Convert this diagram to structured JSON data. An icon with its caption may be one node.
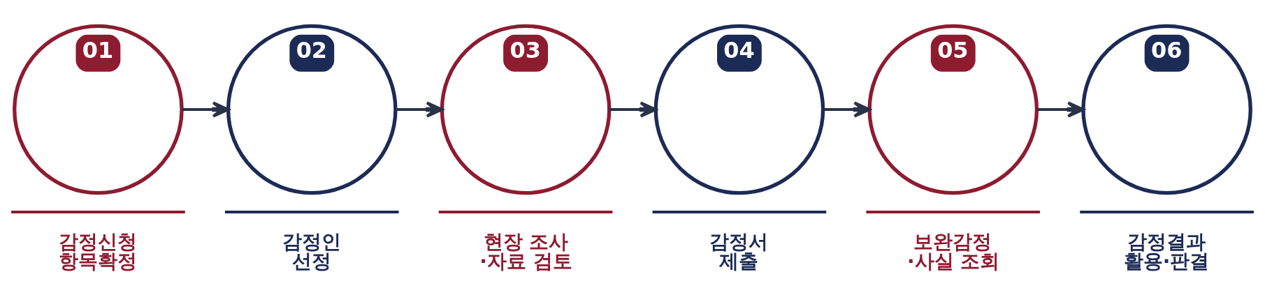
{
  "diagram": {
    "nodes": [
      {
        "text": [
          "01"
        ],
        "beside": [
          "감정신청 항목확정"
        ]
      },
      {
        "text": [
          "02"
        ],
        "beside": [
          "감정인 선정"
        ]
      },
      {
        "text": [
          "03"
        ],
        "beside": [
          "현장 조사 ·자료 검토"
        ]
      },
      {
        "text": [
          "04"
        ],
        "beside": [
          "감정서 제출"
        ]
      },
      {
        "text": [
          "05"
        ],
        "beside": [
          "보완감정 ·사실 조회"
        ]
      },
      {
        "text": [
          "06"
        ],
        "beside": [
          "감정결과 활용·판결"
        ]
      }
    ],
    "edges": [
      {
        "from": 0,
        "to": 1,
        "arrow": "to"
      },
      {
        "from": 1,
        "to": 2,
        "arrow": "to"
      },
      {
        "from": 2,
        "to": 3,
        "arrow": "to"
      },
      {
        "from": 3,
        "to": 4,
        "arrow": "to"
      },
      {
        "from": 4,
        "to": 5,
        "arrow": "to"
      }
    ]
  }
}
